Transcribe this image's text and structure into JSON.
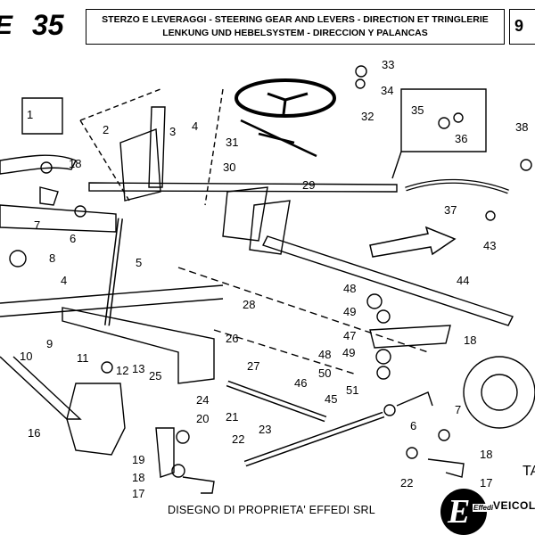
{
  "header": {
    "brand_fragment": "E",
    "section_number": "35",
    "title_line1": "STERZO E LEVERAGGI - STEERING GEAR AND LEVERS - DIRECTION ET TRINGLERIE",
    "title_line2": "LENKUNG UND HEBELSYSTEM - DIRECCION Y PALANCAS",
    "page_number_fragment": "9"
  },
  "footer": {
    "ownership": "DISEGNO DI PROPRIETA' EFFEDI SRL",
    "logo_text": "Effedi",
    "brand_fragment": "VEICOLI",
    "corner_fragment": "TA"
  },
  "callouts": [
    "1",
    "2",
    "3",
    "4",
    "18",
    "7",
    "6",
    "30",
    "31",
    "29",
    "32",
    "33",
    "34",
    "35",
    "36",
    "37",
    "38",
    "43",
    "8",
    "5",
    "4",
    "28",
    "44",
    "48",
    "49",
    "47",
    "18",
    "9",
    "10",
    "11",
    "12",
    "13",
    "25",
    "26",
    "27",
    "48",
    "50",
    "49",
    "51",
    "45",
    "46",
    "7",
    "6",
    "16",
    "24",
    "20",
    "21",
    "22",
    "23",
    "19",
    "18",
    "17",
    "22",
    "17",
    "18",
    "4"
  ]
}
